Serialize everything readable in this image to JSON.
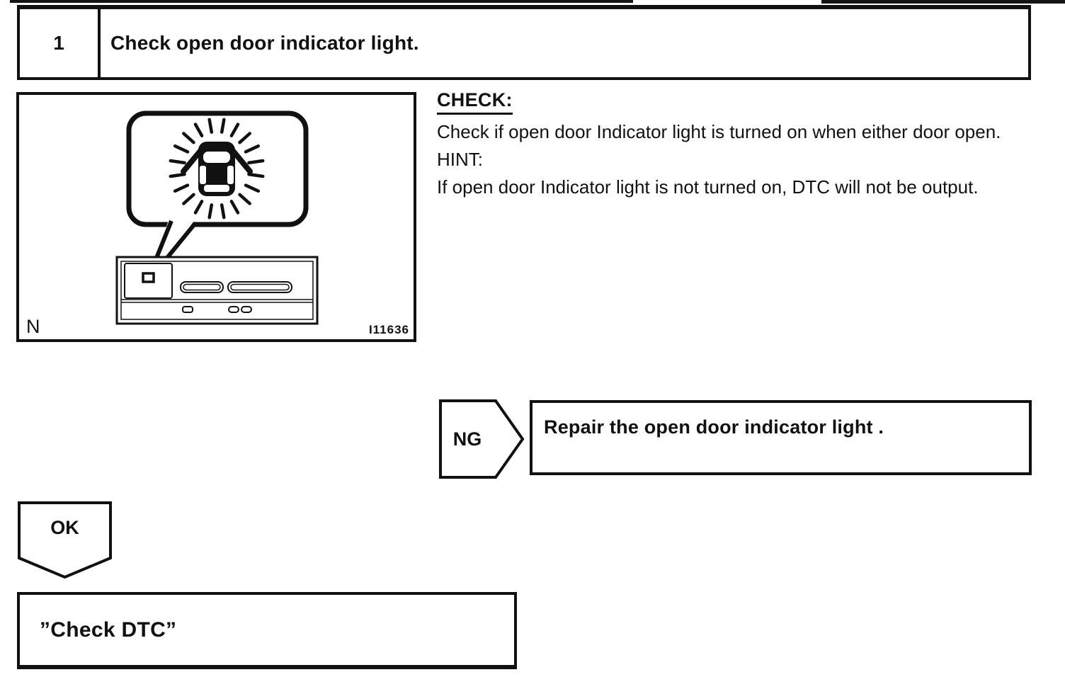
{
  "page": {
    "paper_color": "#ffffff",
    "ink_color": "#111111"
  },
  "step": {
    "number": "1",
    "title": "Check open door indicator light."
  },
  "figure": {
    "corner_label": "N",
    "figure_code": "I11636",
    "icon": "open-door-indicator-flashing-icon"
  },
  "instructions": {
    "check_label": "CHECK:",
    "check_text": "Check if open door Indicator light is turned on when either door open.",
    "hint_label": "HINT:",
    "hint_text": "If open door Indicator light is not turned on, DTC will not be output."
  },
  "ng_branch": {
    "label": "NG",
    "action": "Repair the open door indicator light ."
  },
  "ok_branch": {
    "label": "OK",
    "result": "”Check DTC”"
  }
}
